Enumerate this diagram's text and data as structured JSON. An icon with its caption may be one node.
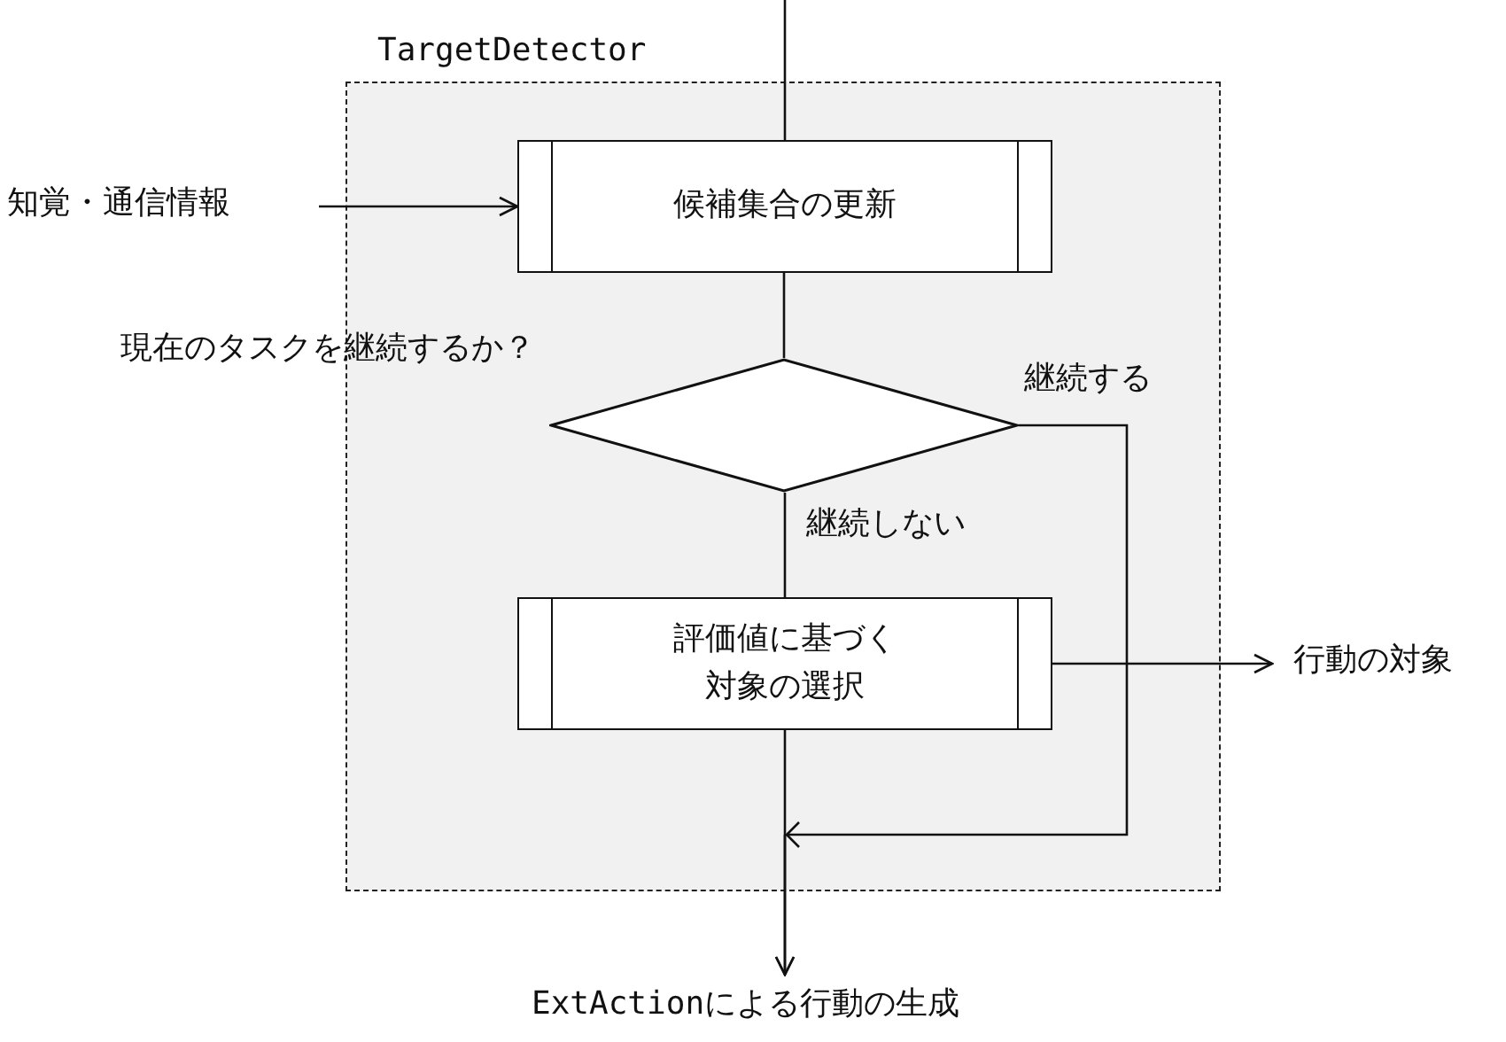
{
  "diagram": {
    "nodes": [
      {
        "text": [
          "TargetDetector"
        ]
      },
      {
        "text": [
          "知覚・通信情報"
        ]
      },
      {
        "text": [
          "候補集合の更新"
        ],
        "in": 0
      },
      {
        "text": [
          "現在のタスクを継続するか？"
        ],
        "in": 0
      },
      {
        "text": [
          "評価値に基づく対象の選択"
        ],
        "in": 0
      },
      {
        "text": [
          "行動の対象"
        ]
      },
      {
        "text": [
          "ExtActionによる行動の生成"
        ]
      }
    ],
    "edges": [
      {
        "from": null,
        "to": 2,
        "arrow": "none"
      },
      {
        "from": 1,
        "to": 2,
        "arrow": "to"
      },
      {
        "from": 2,
        "to": 3,
        "arrow": "none"
      },
      {
        "from": 3,
        "to": 4,
        "arrow": "none",
        "label": "継続しない"
      },
      {
        "from": 3,
        "to": 6,
        "arrow": "to",
        "label": "継続する"
      },
      {
        "from": 4,
        "to": 6,
        "arrow": "to"
      },
      {
        "from": 4,
        "to": 5,
        "arrow": "to"
      }
    ]
  }
}
